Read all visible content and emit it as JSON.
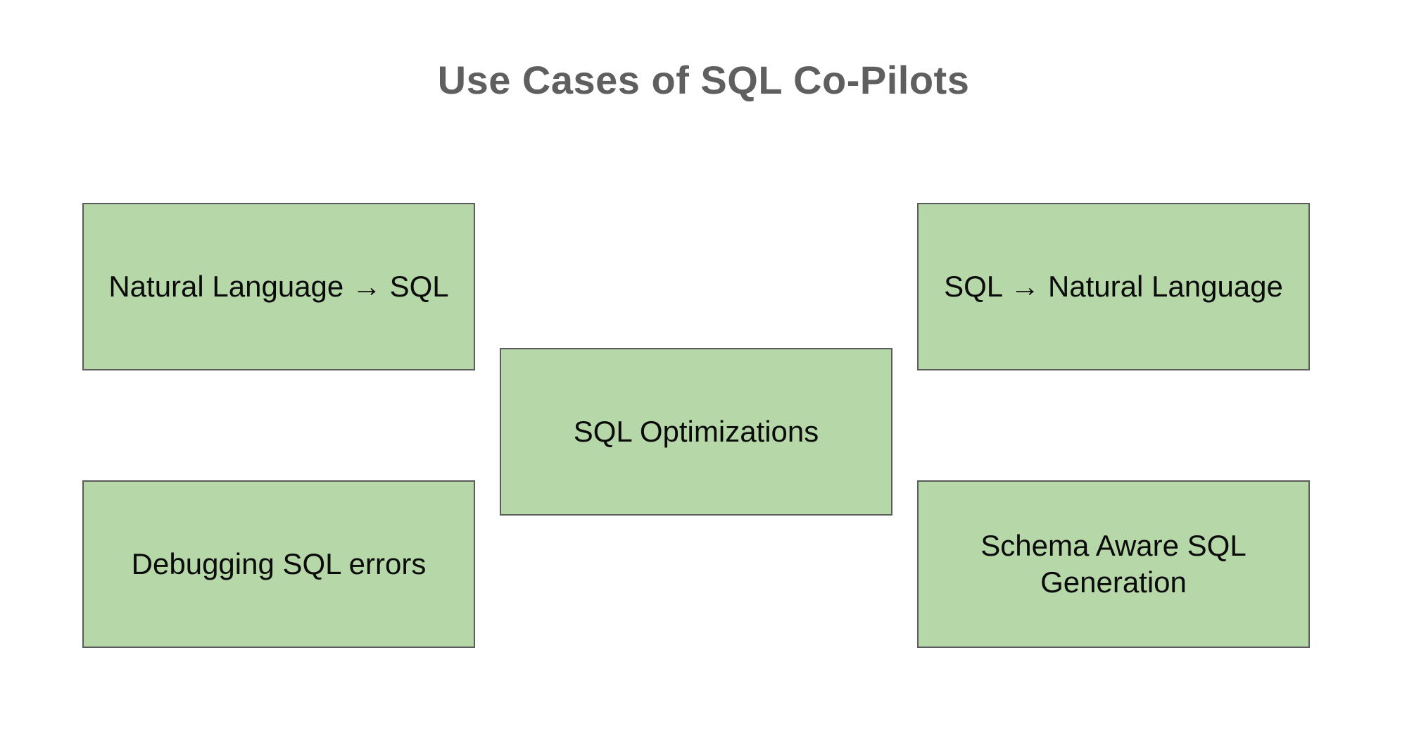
{
  "title": "Use Cases of SQL Co-Pilots",
  "colors": {
    "background": "#ffffff",
    "box_fill": "#b6d7a8",
    "box_border": "#5b5b5b",
    "title_text": "#5f5f5f",
    "box_text": "#0b0b0b"
  },
  "boxes": [
    {
      "id": "natural-language-to-sql",
      "label": "Natural Language → SQL"
    },
    {
      "id": "sql-to-natural-language",
      "label": "SQL → Natural Language"
    },
    {
      "id": "sql-optimizations",
      "label": "SQL Optimizations"
    },
    {
      "id": "debugging-sql-errors",
      "label": "Debugging SQL errors"
    },
    {
      "id": "schema-aware-sql-generation",
      "label": "Schema Aware SQL Generation"
    }
  ]
}
